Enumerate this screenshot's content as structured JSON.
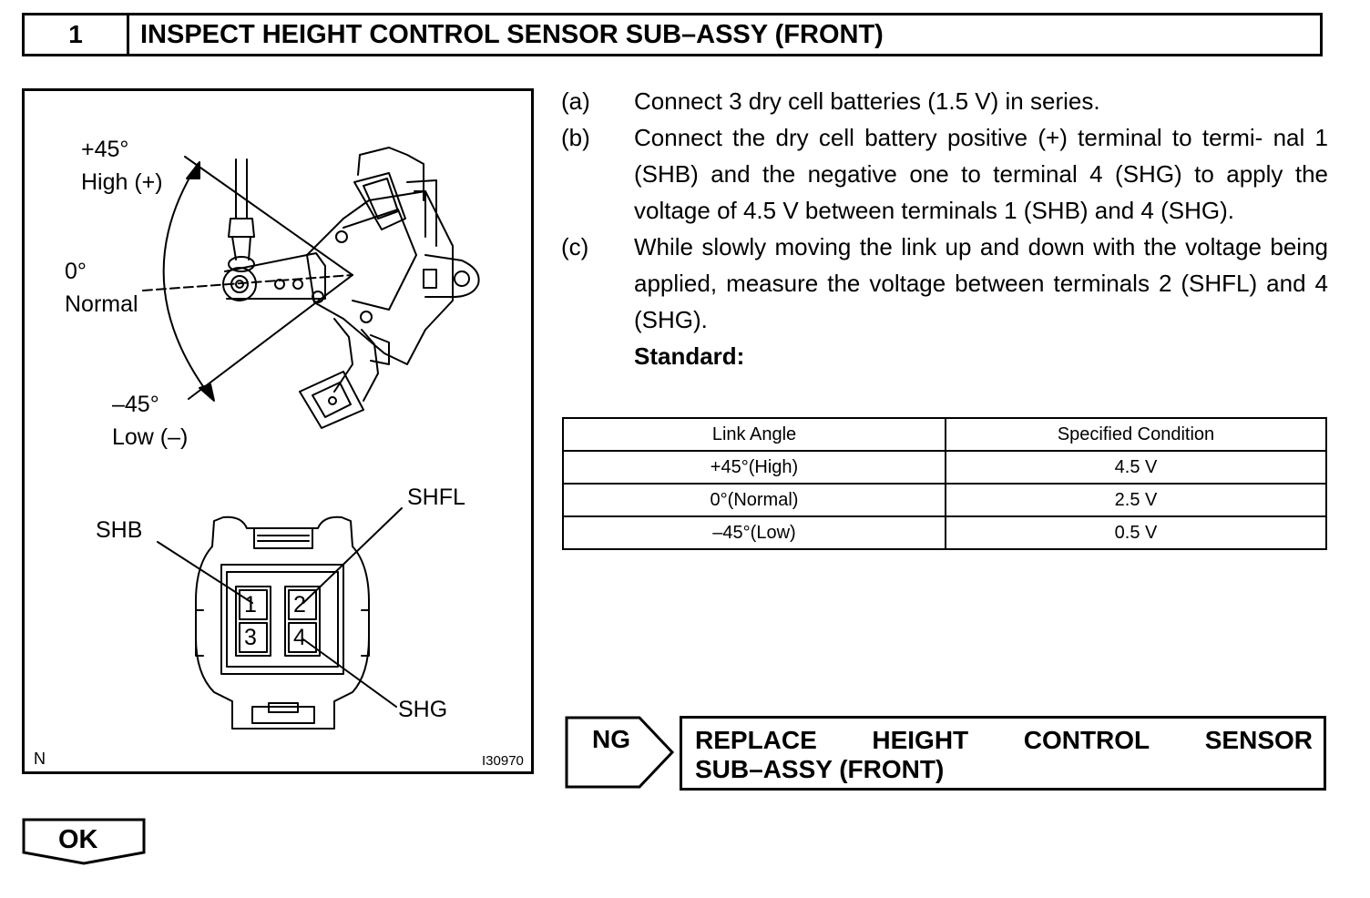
{
  "header": {
    "step_number": "1",
    "title": "INSPECT HEIGHT CONTROL SENSOR SUB–ASSY (FRONT)"
  },
  "figure": {
    "angle_high": "+45°",
    "label_high": "High (+)",
    "angle_normal": "0°",
    "label_normal": "Normal",
    "angle_low": "–45°",
    "label_low": "Low (–)",
    "terminal_shb": "SHB",
    "terminal_shfl": "SHFL",
    "terminal_shg": "SHG",
    "pin_1": "1",
    "pin_2": "2",
    "pin_3": "3",
    "pin_4": "4",
    "corner_code": "N",
    "figure_id": "I30970"
  },
  "steps": [
    {
      "letter": "(a)",
      "text": "Connect 3 dry cell batteries (1.5 V) in series."
    },
    {
      "letter": "(b)",
      "text": "Connect the dry cell battery positive (+) terminal to termi- nal 1 (SHB) and the negative one to terminal 4 (SHG) to apply the voltage of 4.5 V between terminals 1 (SHB) and 4 (SHG)."
    },
    {
      "letter": "(c)",
      "text": "While slowly moving the link up and down with the voltage being applied, measure the voltage between terminals 2 (SHFL) and 4 (SHG)."
    }
  ],
  "standard_label": "Standard:",
  "table": {
    "headers": [
      "Link Angle",
      "Specified Condition"
    ],
    "rows": [
      [
        "+45°(High)",
        "4.5 V"
      ],
      [
        "0°(Normal)",
        "2.5 V"
      ],
      [
        "–45°(Low)",
        "0.5 V"
      ]
    ]
  },
  "ng": {
    "label": "NG",
    "action_line1_words": [
      "REPLACE",
      "HEIGHT",
      "CONTROL",
      "SENSOR"
    ],
    "action_line2": "SUB–ASSY (FRONT)"
  },
  "ok": {
    "label": "OK"
  }
}
